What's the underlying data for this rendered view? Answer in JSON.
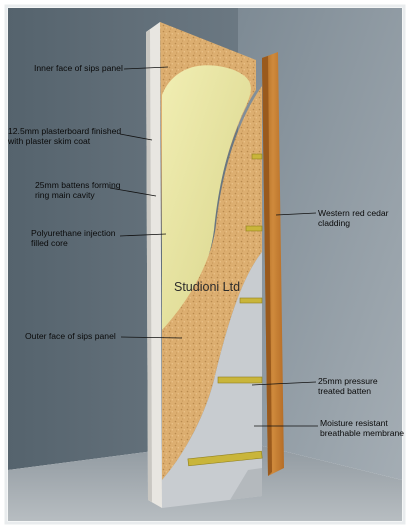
{
  "diagram": {
    "watermark": "Studioni Ltd",
    "labels": [
      {
        "id": "inner-face",
        "text": "Inner face of sips panel"
      },
      {
        "id": "plasterboard",
        "line1": "12.5mm plasterboard finished",
        "line2": "with plaster skim coat"
      },
      {
        "id": "battens",
        "line1": "25mm battens forming",
        "line2": "ring main cavity"
      },
      {
        "id": "core",
        "line1": "Polyurethane injection",
        "line2": "filled core"
      },
      {
        "id": "outer-face",
        "text": "Outer face of sips panel"
      },
      {
        "id": "cedar",
        "line1": "Western red cedar",
        "line2": "cladding"
      },
      {
        "id": "pressure-batten",
        "line1": "25mm pressure",
        "line2": "treated batten"
      },
      {
        "id": "membrane",
        "line1": "Moisture resistant",
        "line2": "breathable membrane"
      }
    ],
    "colors": {
      "wall_left": "#5d6a74",
      "wall_right": "#8a96a0",
      "floor": "#9aa2a8",
      "osb": "#d9ab6e",
      "foam": "#e9e6a3",
      "cedar": "#c27c32",
      "membrane": "#c9cdd0",
      "batten": "#c9b53a"
    }
  }
}
